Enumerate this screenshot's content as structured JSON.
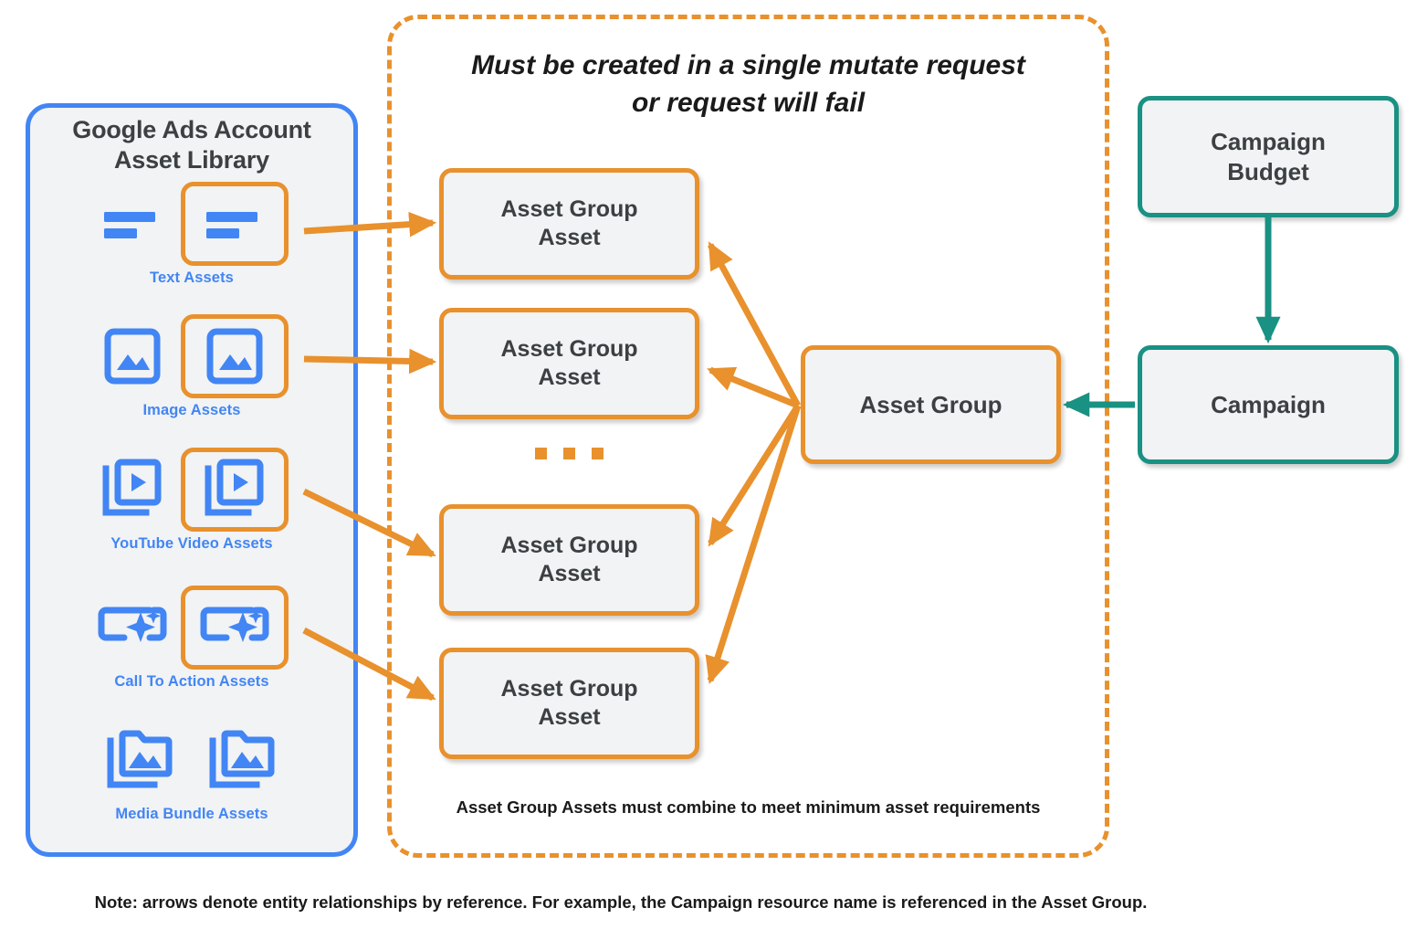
{
  "library": {
    "title": "Google Ads Account\nAsset Library",
    "title_line1": "Google Ads Account",
    "title_line2": "Asset Library",
    "items": [
      {
        "label": "Text Assets",
        "icon": "text-asset-icon"
      },
      {
        "label": "Image Assets",
        "icon": "image-asset-icon"
      },
      {
        "label": "YouTube Video  Assets",
        "icon": "youtube-video-asset-icon"
      },
      {
        "label": "Call To Action Assets",
        "icon": "call-to-action-asset-icon"
      },
      {
        "label": "Media Bundle  Assets",
        "icon": "media-bundle-asset-icon"
      }
    ]
  },
  "mutate_group": {
    "title_line1": "Must be created in a single mutate request",
    "title_line2": "or request will fail",
    "footer": "Asset Group Assets must combine to meet minimum asset requirements",
    "ellipsis": "...",
    "asset_group_assets": [
      {
        "line1": "Asset Group",
        "line2": "Asset"
      },
      {
        "line1": "Asset Group",
        "line2": "Asset"
      },
      {
        "line1": "Asset Group",
        "line2": "Asset"
      },
      {
        "line1": "Asset Group",
        "line2": "Asset"
      }
    ]
  },
  "nodes": {
    "asset_group": "Asset Group",
    "campaign_budget_line1": "Campaign",
    "campaign_budget_line2": "Budget",
    "campaign": "Campaign"
  },
  "note": "Note: arrows denote entity relationships by reference. For example, the Campaign resource name is referenced in the Asset Group.",
  "colors": {
    "orange": "#e8912d",
    "blue": "#4285f4",
    "teal": "#199183",
    "node_fill": "#f1f3f4",
    "text_dark": "#3c4043"
  }
}
